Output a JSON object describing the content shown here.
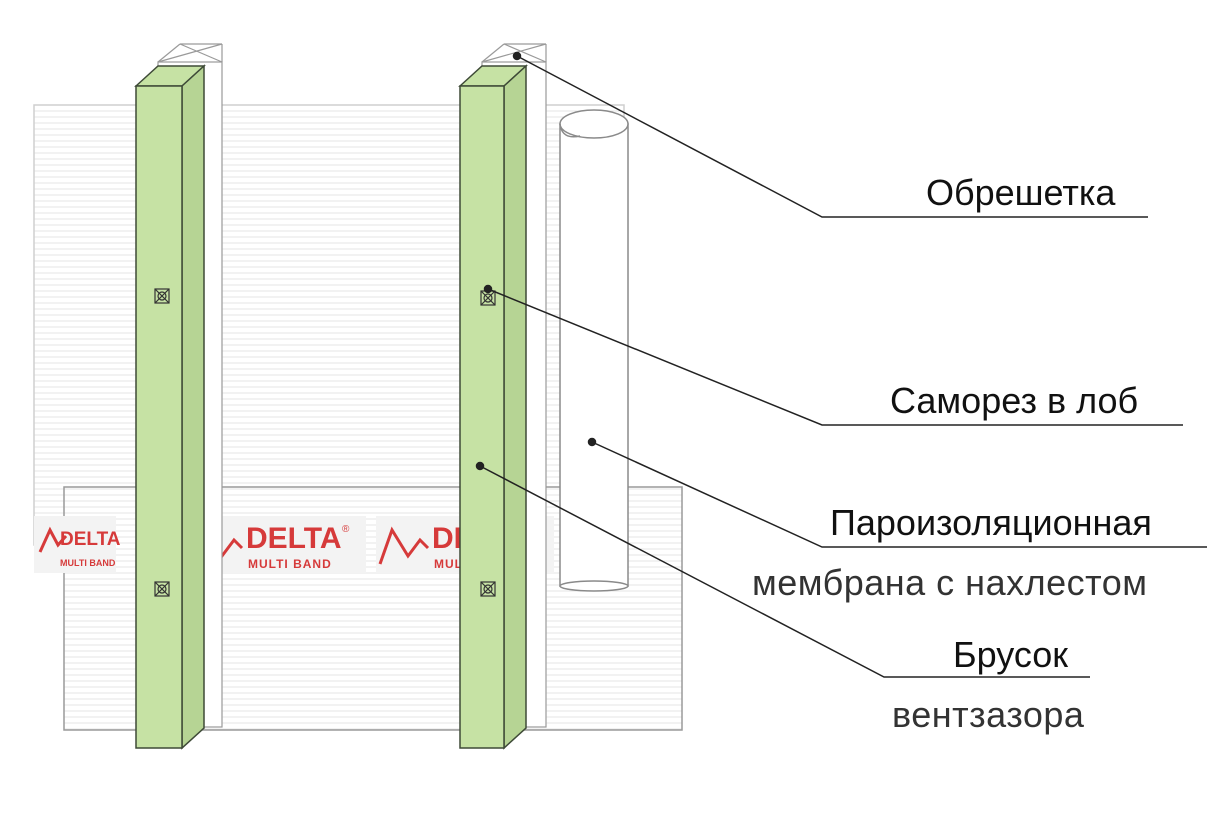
{
  "labels": {
    "lathing": "Обрешетка",
    "screw": "Саморез в лоб",
    "membrane_line1": "Пароизоляционная",
    "membrane_line2": "мембрана с нахлестом",
    "bar_line1": "Брусок",
    "bar_line2": "вентзазора"
  },
  "tape": {
    "brand": "DELTA",
    "registered": "®",
    "product": "MULTI BAND"
  },
  "colors": {
    "bar_green": "#c6e2a4",
    "bar_outline": "#3e4a37",
    "membrane_line": "#e0e0e0",
    "tape_red": "#d63a3a",
    "text": "#222222"
  }
}
